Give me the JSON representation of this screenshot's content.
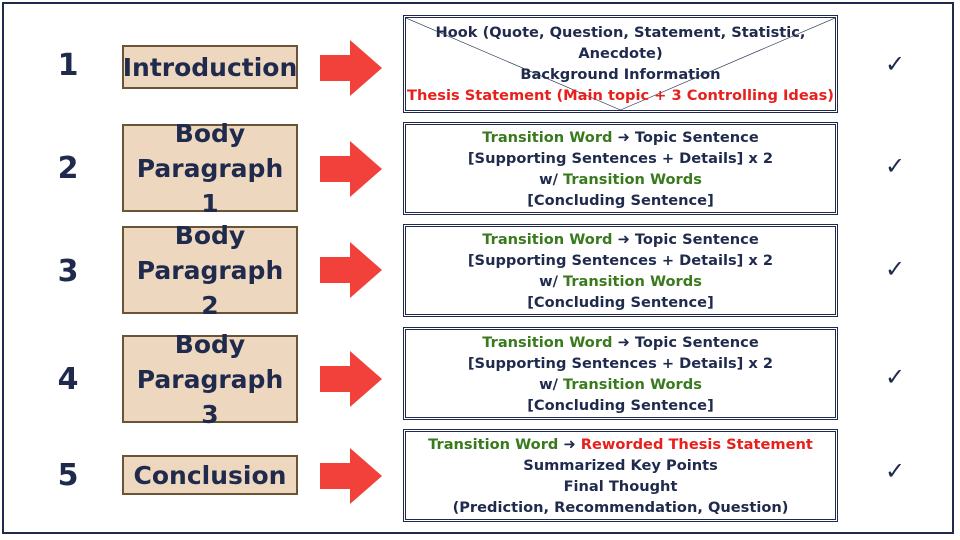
{
  "rows": [
    {
      "number": "1",
      "label": [
        "Introduction"
      ],
      "content": {
        "hook": "Hook (Quote, Question, Statement, Statistic, Anecdote)",
        "background": "Background Information",
        "thesis": "Thesis Statement (Main topic + 3 Controlling Ideas)"
      },
      "check": "✓"
    },
    {
      "number": "2",
      "label": [
        "Body",
        "Paragraph 1"
      ],
      "content": {
        "transition": "Transition Word",
        "arrow": "➜",
        "topic": "Topic Sentence",
        "supporting": "[Supporting Sentences + Details] x 2",
        "with": "w/",
        "transition_words": "Transition Words",
        "concluding": "[Concluding Sentence]"
      },
      "check": "✓"
    },
    {
      "number": "3",
      "label": [
        "Body",
        "Paragraph 2"
      ],
      "content": {
        "transition": "Transition Word",
        "arrow": "➜",
        "topic": "Topic Sentence",
        "supporting": "[Supporting Sentences + Details] x 2",
        "with": "w/",
        "transition_words": "Transition Words",
        "concluding": "[Concluding Sentence]"
      },
      "check": "✓"
    },
    {
      "number": "4",
      "label": [
        "Body",
        "Paragraph 3"
      ],
      "content": {
        "transition": "Transition Word",
        "arrow": "➜",
        "topic": "Topic Sentence",
        "supporting": "[Supporting Sentences + Details] x 2",
        "with": "w/",
        "transition_words": "Transition Words",
        "concluding": "[Concluding Sentence]"
      },
      "check": "✓"
    },
    {
      "number": "5",
      "label": [
        "Conclusion"
      ],
      "content": {
        "transition": "Transition Word",
        "arrow": "➜",
        "reworded": "Reworded Thesis Statement",
        "summary": "Summarized Key Points",
        "final": "Final Thought",
        "examples": "(Prediction, Recommendation, Question)"
      },
      "check": "✓"
    }
  ],
  "colors": {
    "navy": "#1f2a4d",
    "label_fill": "#eed7bf",
    "arrow_red": "#f2403a",
    "green": "#3a7a1e",
    "red": "#e8201c"
  },
  "icons": {
    "arrow": "right-arrow-icon",
    "check": "check-icon"
  }
}
